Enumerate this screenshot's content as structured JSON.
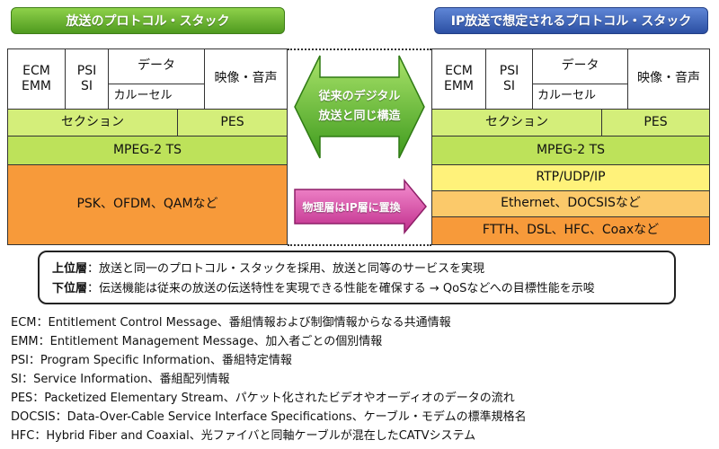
{
  "titles": {
    "left": "放送のプロトコル・スタック",
    "right": "IP放送で想定されるプロトコル・スタック"
  },
  "stack": {
    "ecm_emm": "ECM\nEMM",
    "psi_si": "PSI\nSI",
    "data": "データ",
    "carousel": "カルーセル",
    "video_audio": "映像・音声",
    "section": "セクション",
    "pes": "PES",
    "mpeg2ts": "MPEG-2 TS",
    "physical_left": "PSK、OFDM、QAMなど",
    "rtp": "RTP/UDP/IP",
    "ethernet": "Ethernet、DOCSISなど",
    "ftth": "FTTH、DSL、HFC、Coaxなど"
  },
  "arrows": {
    "same_structure": "従来のデジタル\n放送と同じ構造",
    "replace": "物理層はIP層に置換"
  },
  "summary": {
    "upper_label": "上位層",
    "upper_text": "：放送と同一のプロトコル・スタックを採用、放送と同等のサービスを実現",
    "lower_label": "下位層",
    "lower_text": "：伝送機能は従来の放送の伝送特性を実現できる性能を確保する → QoSなどへの目標性能を示唆"
  },
  "glossary": [
    "ECM：Entitlement Control Message、番組情報および制御情報からなる共通情報",
    "EMM：Entitlement Management Message、加入者ごとの個別情報",
    "PSI：Program Specific Information、番組特定情報",
    "SI：Service Information、番組配列情報",
    "PES：Packetized Elementary Stream、パケット化されたビデオやオーディオのデータの流れ",
    "DOCSIS：Data-Over-Cable Service Interface Specifications、ケーブル・モデムの標準規格名",
    "HFC：Hybrid Fiber and Coaxial、光ファイバと同軸ケーブルが混在したCATVシステム"
  ]
}
